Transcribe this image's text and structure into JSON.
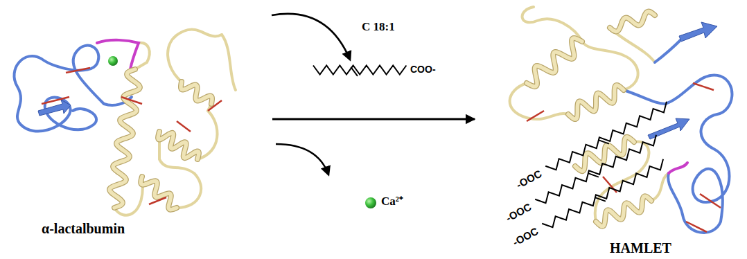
{
  "diagram": {
    "nodes": [
      {
        "text": [
          "α-lactalbumin"
        ]
      },
      {
        "text": [
          "HAMLET"
        ]
      }
    ],
    "edges": [
      {
        "from": 0,
        "to": 1,
        "arrow": "to"
      }
    ],
    "labels": [
      "C 18:1",
      "COO-",
      "Ca²⁺",
      "-OOC",
      "-OOC",
      "-OOC"
    ]
  }
}
